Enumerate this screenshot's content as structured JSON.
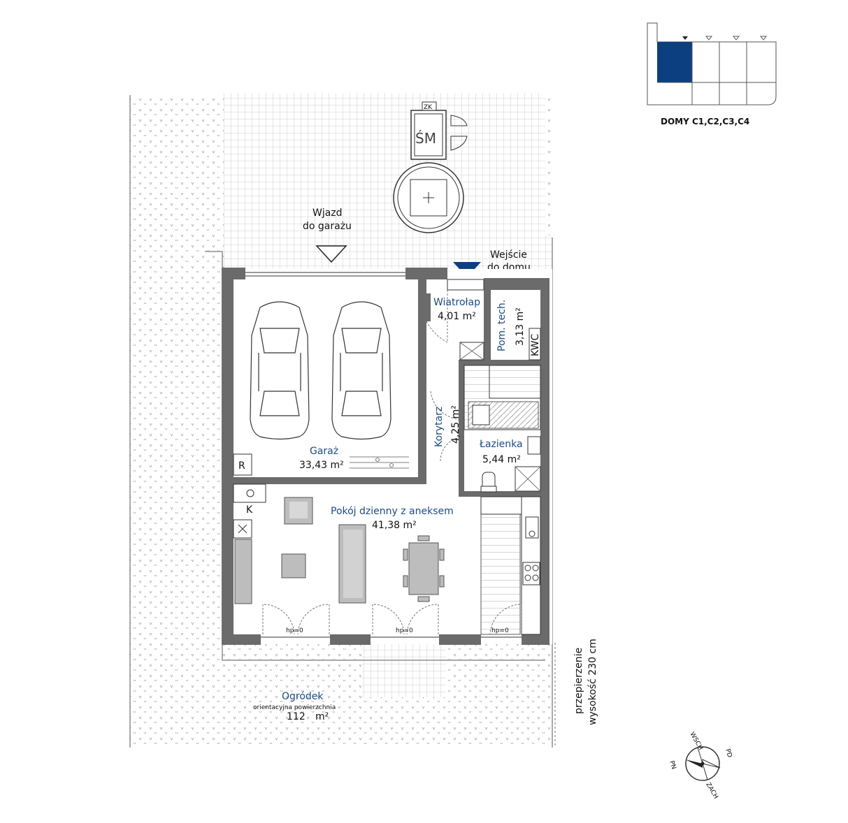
{
  "key_plan": {
    "caption": "DOMY C1,C2,C3,C4",
    "highlight_color": "#0b3f80"
  },
  "site": {
    "driveway_label_1": "Wjazd",
    "driveway_label_2": "do garażu",
    "entrance_label_1": "Wejście",
    "entrance_label_2": "do domu",
    "zk_label": "ZK",
    "sm_label": "ŚM",
    "entrance_marker_color": "#0b3f80"
  },
  "rooms": {
    "garage": {
      "name": "Garaż",
      "area": "33,43 m²",
      "r_label": "R"
    },
    "vestibule": {
      "name": "Wiatrołap",
      "area": "4,01 m²"
    },
    "tech": {
      "name": "Pom. tech.",
      "area": "3,13 m²",
      "kwc_label": "KWC"
    },
    "corridor": {
      "name": "Korytarz",
      "area": "4,25 m²"
    },
    "bathroom": {
      "name": "Łazienka",
      "area": "5,44 m²"
    },
    "living": {
      "name": "Pokój dzienny z aneksem",
      "area": "41,38 m²",
      "k_label": "K"
    },
    "door_heights": [
      "hp=0",
      "hp=0",
      "hp=0"
    ]
  },
  "garden": {
    "name": "Ogródek",
    "note": "orientacyjna powierzchnia",
    "area_number": "112",
    "area_unit": "m²"
  },
  "partition_note": {
    "line1": "przepierzenie",
    "line2": "wysokość 230 cm"
  },
  "compass": {
    "north": "PN",
    "south": "PD",
    "east": "WSCH",
    "west": "ZACH"
  }
}
